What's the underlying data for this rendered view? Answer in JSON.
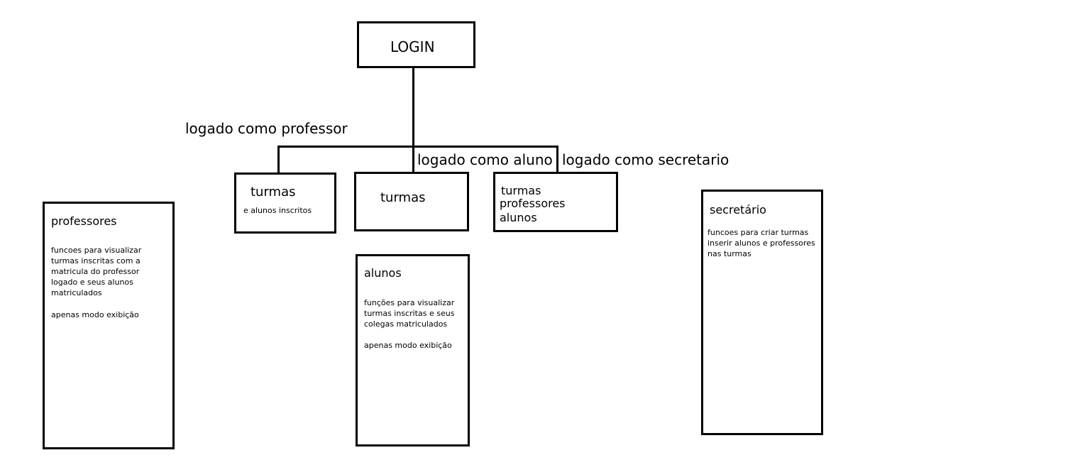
{
  "login": {
    "label": "LOGIN"
  },
  "edges": {
    "professor": "logado como professor",
    "aluno": "logado como aluno",
    "secretario": "logado como secretario"
  },
  "nodes": {
    "turmas_prof": {
      "title": "turmas",
      "subtitle": "e alunos inscritos"
    },
    "turmas_aluno": {
      "title": "turmas"
    },
    "sec_menu": {
      "line1": "turmas",
      "line2": "professores",
      "line3": "alunos"
    }
  },
  "panels": {
    "professores": {
      "title": "professores",
      "desc": "funcoes para visualizar\nturmas inscritas com a\nmatricula do professor\nlogado e seus alunos\nmatriculados",
      "note": "apenas modo exibição"
    },
    "alunos": {
      "title": "alunos",
      "desc": "funções para visualizar\nturmas inscritas e seus\ncolegas matriculados",
      "note": "apenas modo exibição"
    },
    "secretario": {
      "title": "secretário",
      "desc": "funcoes para criar turmas\ninserir alunos e professores\nnas turmas"
    }
  }
}
